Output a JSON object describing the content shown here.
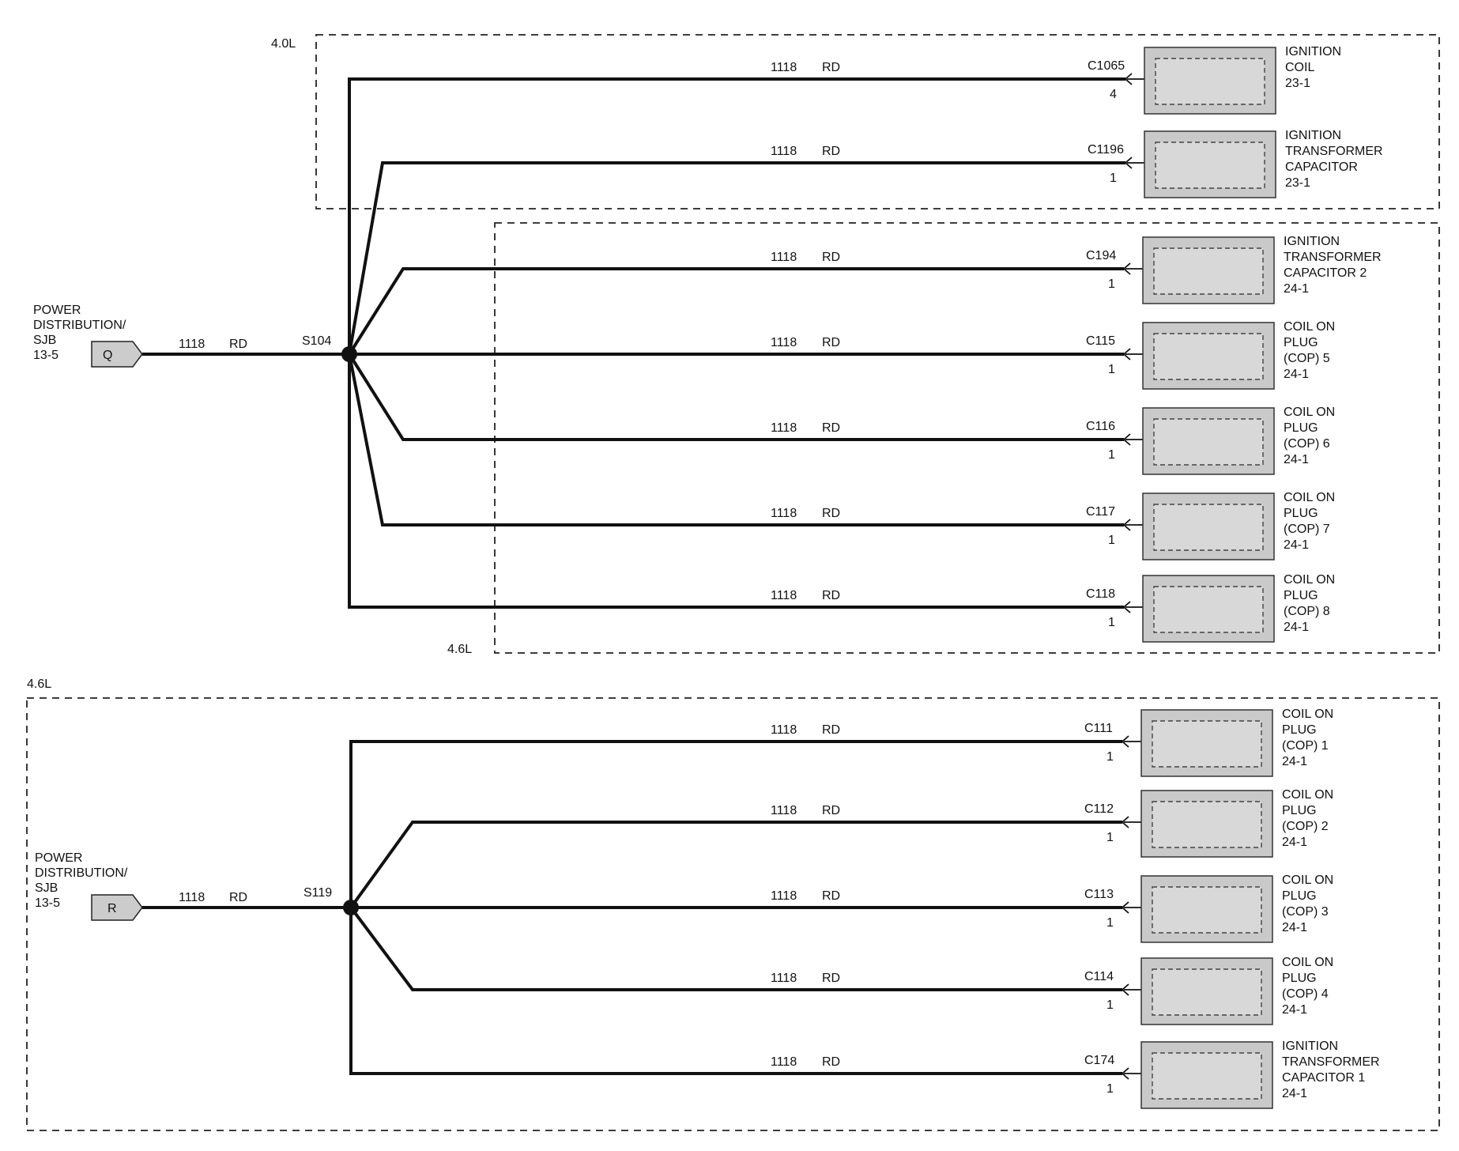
{
  "regions": [
    {
      "id": "4.0L-top",
      "label": "4.0L"
    },
    {
      "id": "4.6L-mid",
      "label": "4.6L"
    },
    {
      "id": "4.6L-bottom",
      "label": "4.6L"
    }
  ],
  "sources": [
    {
      "lines": [
        "POWER",
        "DISTRIBUTION/",
        "SJB",
        "13-5"
      ],
      "tag": "Q",
      "circuit": "1118",
      "color": "RD",
      "splice": "S104"
    },
    {
      "lines": [
        "POWER",
        "DISTRIBUTION/",
        "SJB",
        "13-5"
      ],
      "tag": "R",
      "circuit": "1118",
      "color": "RD",
      "splice": "S119"
    }
  ],
  "groups": [
    {
      "branches": [
        {
          "circuit": "1118",
          "color": "RD",
          "connector": "C1065",
          "pin": "4",
          "component": [
            "IGNITION",
            "COIL",
            "23-1"
          ]
        },
        {
          "circuit": "1118",
          "color": "RD",
          "connector": "C1196",
          "pin": "1",
          "component": [
            "IGNITION",
            "TRANSFORMER",
            "CAPACITOR",
            "23-1"
          ]
        },
        {
          "circuit": "1118",
          "color": "RD",
          "connector": "C194",
          "pin": "1",
          "component": [
            "IGNITION",
            "TRANSFORMER",
            "CAPACITOR 2",
            "24-1"
          ]
        },
        {
          "circuit": "1118",
          "color": "RD",
          "connector": "C115",
          "pin": "1",
          "component": [
            "COIL ON",
            "PLUG",
            "(COP) 5",
            "24-1"
          ]
        },
        {
          "circuit": "1118",
          "color": "RD",
          "connector": "C116",
          "pin": "1",
          "component": [
            "COIL ON",
            "PLUG",
            "(COP) 6",
            "24-1"
          ]
        },
        {
          "circuit": "1118",
          "color": "RD",
          "connector": "C117",
          "pin": "1",
          "component": [
            "COIL ON",
            "PLUG",
            "(COP) 7",
            "24-1"
          ]
        },
        {
          "circuit": "1118",
          "color": "RD",
          "connector": "C118",
          "pin": "1",
          "component": [
            "COIL ON",
            "PLUG",
            "(COP) 8",
            "24-1"
          ]
        }
      ]
    },
    {
      "branches": [
        {
          "circuit": "1118",
          "color": "RD",
          "connector": "C111",
          "pin": "1",
          "component": [
            "COIL ON",
            "PLUG",
            "(COP) 1",
            "24-1"
          ]
        },
        {
          "circuit": "1118",
          "color": "RD",
          "connector": "C112",
          "pin": "1",
          "component": [
            "COIL ON",
            "PLUG",
            "(COP) 2",
            "24-1"
          ]
        },
        {
          "circuit": "1118",
          "color": "RD",
          "connector": "C113",
          "pin": "1",
          "component": [
            "COIL ON",
            "PLUG",
            "(COP) 3",
            "24-1"
          ]
        },
        {
          "circuit": "1118",
          "color": "RD",
          "connector": "C114",
          "pin": "1",
          "component": [
            "COIL ON",
            "PLUG",
            "(COP) 4",
            "24-1"
          ]
        },
        {
          "circuit": "1118",
          "color": "RD",
          "connector": "C174",
          "pin": "1",
          "component": [
            "IGNITION",
            "TRANSFORMER",
            "CAPACITOR 1",
            "24-1"
          ]
        }
      ]
    }
  ]
}
